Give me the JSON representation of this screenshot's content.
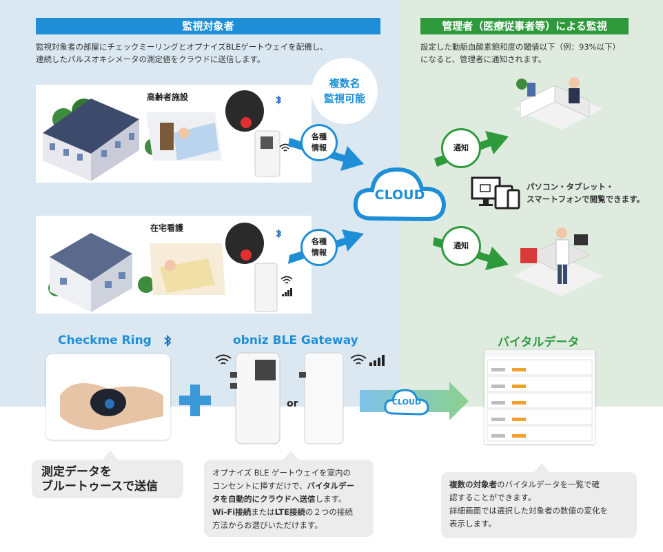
{
  "left_banner": "監視対象者",
  "right_banner": "管理者（医療従事者等）による監視",
  "left_desc": [
    "監視対象者の部屋にチェックミーリングとオプナイズBLEゲートウェイを配備し、",
    "連続したパルスオキシメータの測定値をクラウドに送信します。"
  ],
  "right_desc": [
    "設定した動脈血酸素飽和度の閾値以下（例：93%以下）",
    "になると、管理者に通知されます。"
  ],
  "multi": [
    "複数名",
    "監視可能"
  ],
  "scene1_label": "高齢者施設",
  "scene2_label": "在宅看護",
  "info_label": [
    "各種",
    "情報"
  ],
  "cloud_label": "CLOUD",
  "notify_label": "通知",
  "view_note": [
    "パソコン・タブレット・",
    "スマートフォンで閲覧できます。"
  ],
  "checkme_title": "Checkme Ring",
  "gateway_title": "obniz BLE Gateway",
  "vital_title": "バイタルデータ",
  "or_label": "or",
  "callout1": [
    "測定データを",
    "ブルートゥースで送信"
  ],
  "callout2": {
    "line1": "オプナイズ BLE ゲートウェイを室内の",
    "line2a": "コンセントに挿すだけで、",
    "line2b": "バイタルデー",
    "line3a": "タを自動的にクラウドへ送信",
    "line3b": "します。",
    "line4a": "Wi-Fi接続",
    "line4b": "または",
    "line4c": "LTE接続",
    "line4d": "の２つの接続",
    "line5": "方法からお選びいただけます。"
  },
  "callout3": {
    "line1a": "複数の対象者",
    "line1b": "のバイタルデータを一覧で確",
    "line2": "認することができます。",
    "line3": "詳細画面では選択した対象者の数値の変化を",
    "line4": "表示します。"
  },
  "colors": {
    "blue": "#1e8fd6",
    "green": "#2e9a3c",
    "bg_blue": "#dbe8f1",
    "bg_green": "#e0ebe0"
  }
}
